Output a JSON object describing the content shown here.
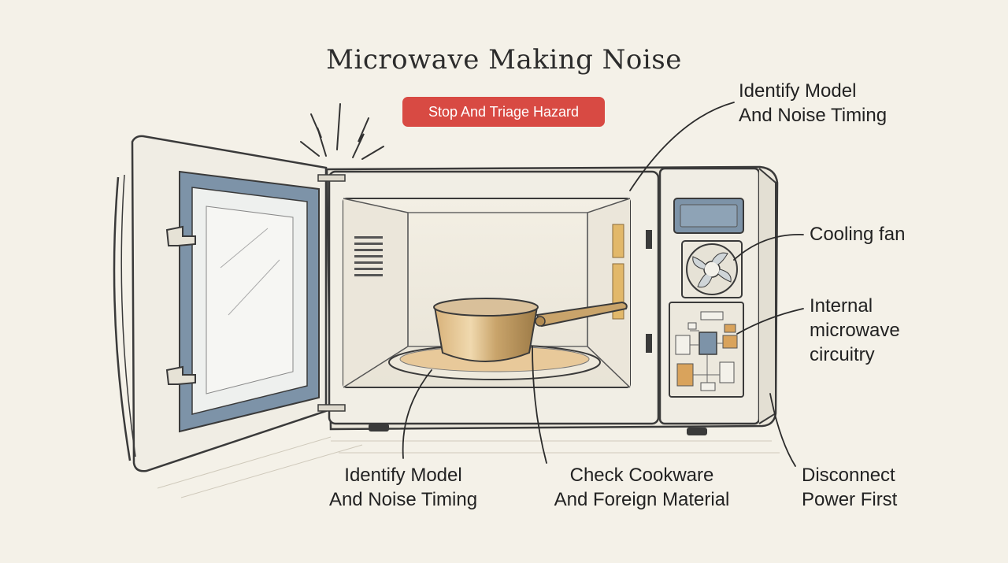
{
  "title": "Microwave Making Noise",
  "badge": "Stop And Triage Hazard",
  "callouts": {
    "top_right": [
      "Identify Model",
      "And Noise Timing"
    ],
    "cooling_fan": [
      "Cooling fan"
    ],
    "circuitry": [
      "Internal",
      "microwave",
      "circuitry"
    ],
    "bottom_left": [
      "Identify Model",
      "And Noise Timing"
    ],
    "cookware": [
      "Check Cookware",
      "And Foreign Material"
    ],
    "power": [
      "Disconnect",
      "Power First"
    ]
  },
  "colors": {
    "badge": "#d84a43",
    "door_window": "#7d93a8",
    "pot": "#c9a46b",
    "board_accent": "#d9a35c",
    "background": "#f4f1e8"
  }
}
